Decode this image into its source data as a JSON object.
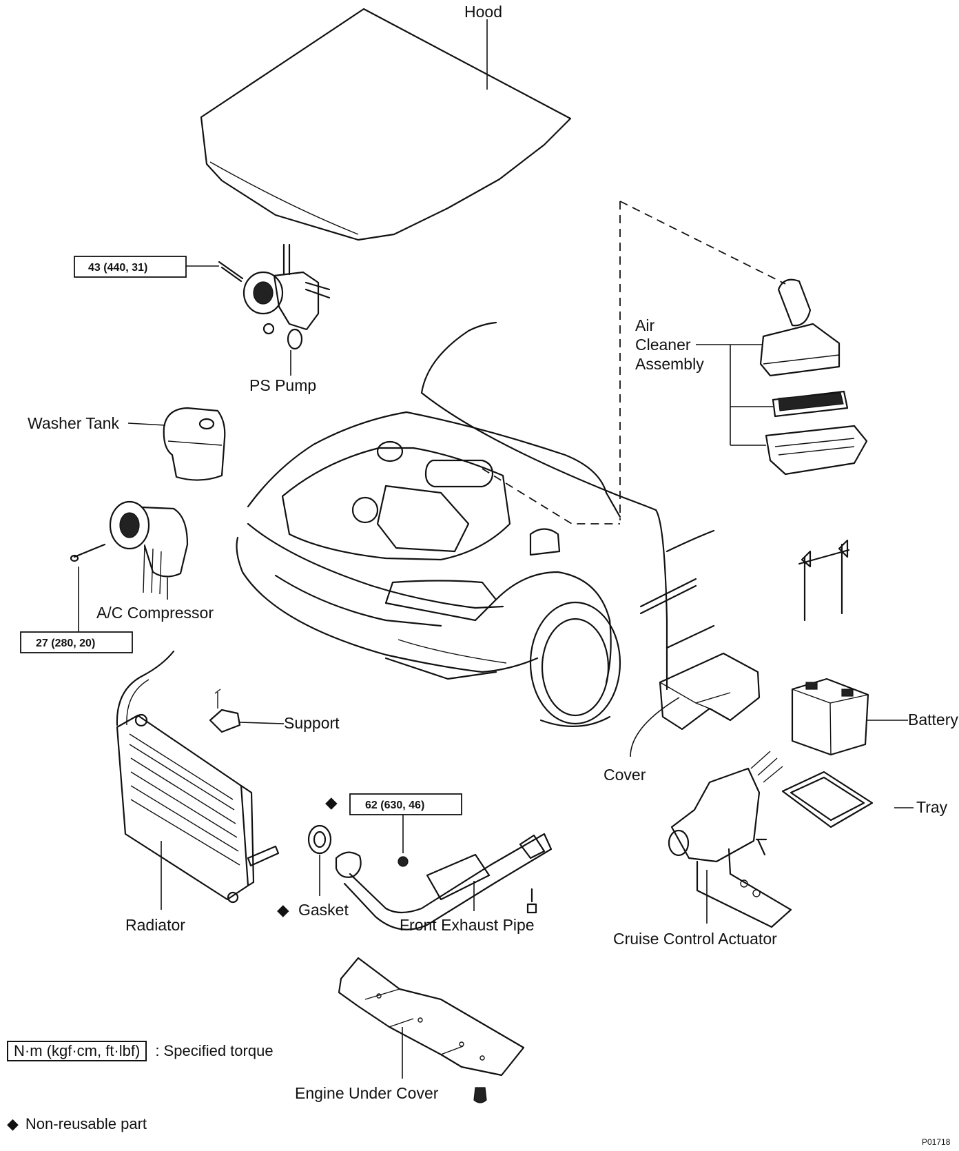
{
  "labels": {
    "hood": "Hood",
    "ps_pump": "PS Pump",
    "air_cleaner_1": "Air",
    "air_cleaner_2": "Cleaner",
    "air_cleaner_3": "Assembly",
    "washer_tank": "Washer Tank",
    "ac_compressor": "A/C Compressor",
    "support": "Support",
    "radiator": "Radiator",
    "gasket": "Gasket",
    "front_exhaust_pipe": "Front Exhaust Pipe",
    "engine_under_cover": "Engine Under Cover",
    "cover": "Cover",
    "battery": "Battery",
    "tray": "Tray",
    "cruise_control_actuator": "Cruise Control Actuator"
  },
  "torques": {
    "ps_pump_bolt": "43 (440, 31)",
    "ac_compressor_bolt": "27 (280, 20)",
    "exhaust_nut": "62 (630, 46)"
  },
  "legend": {
    "torque_unit": "N·m (kgf·cm, ft·lbf)",
    "torque_desc": ": Specified torque",
    "nonreusable_symbol": "◆",
    "nonreusable_desc": "Non-reusable part"
  },
  "gasket_symbol": "◆",
  "exhaust_symbol": "◆",
  "figure_code": "P01718"
}
